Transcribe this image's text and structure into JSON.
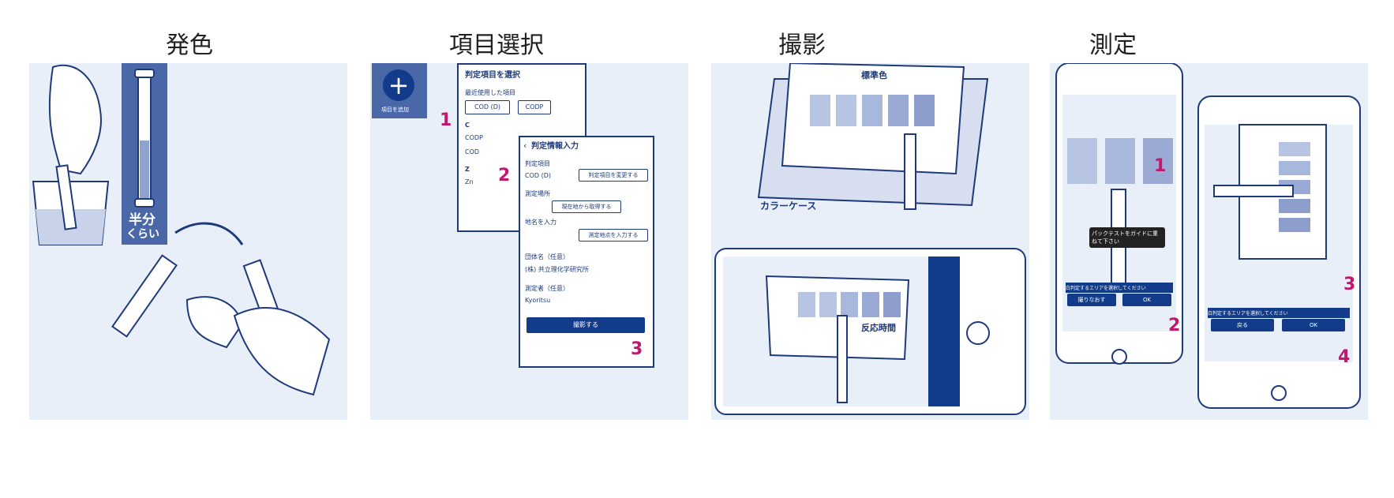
{
  "steps": [
    {
      "title": "発色",
      "labels": {
        "half": "半分",
        "kurai": "くらい"
      }
    },
    {
      "title": "項目選択",
      "add_caption": "項目を追加",
      "select_title": "判定項目を選択",
      "select_sub": "最近使用した項目",
      "item_a": "COD (D)",
      "item_b": "CODP",
      "group_c": "C",
      "item_c1": "CODP",
      "item_c2": "COD",
      "group_z": "Z",
      "item_z": "Zn",
      "info_title": "判定情報入力",
      "info_item_label": "判定項目",
      "info_item_value": "COD (D)",
      "info_item_btn": "判定項目を変更する",
      "info_place_label": "測定場所",
      "info_place_btn": "現在地から取得する",
      "info_manual": "地名を入力",
      "info_manual_btn": "測定地点を入力する",
      "info_group_label": "団体名（任意）",
      "info_group_value": "(株) 共立理化学研究所",
      "info_person_label": "測定者（任意）",
      "info_person_value": "Kyoritsu",
      "info_submit": "撮影する"
    },
    {
      "title": "撮影",
      "std_color": "標準色",
      "color_case": "カラーケース",
      "reaction_time": "反応時間"
    },
    {
      "title": "測定",
      "guide": "パックテストをガイドに重ねて下さい",
      "area1": "白判定するエリアを選択してください",
      "redo": "撮りなおす",
      "ok": "OK",
      "area2": "白判定するエリアを選択してください",
      "back": "戻る"
    }
  ],
  "markers": [
    "1",
    "2",
    "3",
    "4"
  ],
  "colors": {
    "navy": "#1e3a7a",
    "accent": "#c2186b",
    "panel_bg": "#e8eff8"
  }
}
